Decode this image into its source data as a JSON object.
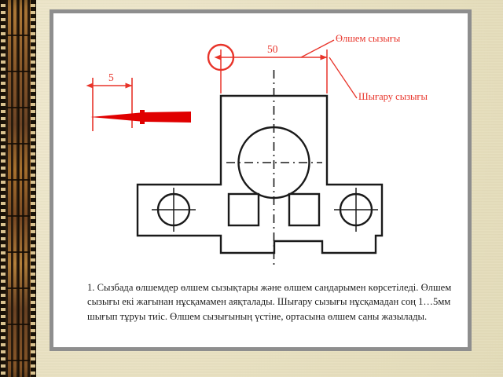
{
  "slide": {
    "panel_border_color": "#8e8e8e",
    "panel_background": "#ffffff",
    "slide_background": "#ece4c7",
    "accent_red": "#e8342a",
    "drawing_line_color": "#1a1a1a"
  },
  "annotations": {
    "dimension_line_label": "Өлшем сызығы",
    "extension_line_label": "Шығару сызығы"
  },
  "dimensions": {
    "horizontal_50": "50",
    "horizontal_5": "5"
  },
  "body": {
    "paragraph": "1. Сызбада өлшемдер өлшем сызықтары   және  өлшем сандарымен көрсетіледі. Өлшем сызығы екі жағынан нұсқамамен аяқталады. Шығару сызығы нұсқамадан соң 1…5мм шығып тұруы тиіс. Өлшем сызығының үстіне, ортасына өлшем саны жазылады."
  },
  "drawing": {
    "title": "technical-part-drawing",
    "features": [
      "large-center-circle",
      "left-small-circle-with-crosshair",
      "right-small-circle-with-crosshair",
      "left-square-slot",
      "right-square-slot",
      "vertical-center-axis",
      "horizontal-center-axis"
    ]
  },
  "filmstrip": {
    "label": "decorative-film-strip"
  }
}
